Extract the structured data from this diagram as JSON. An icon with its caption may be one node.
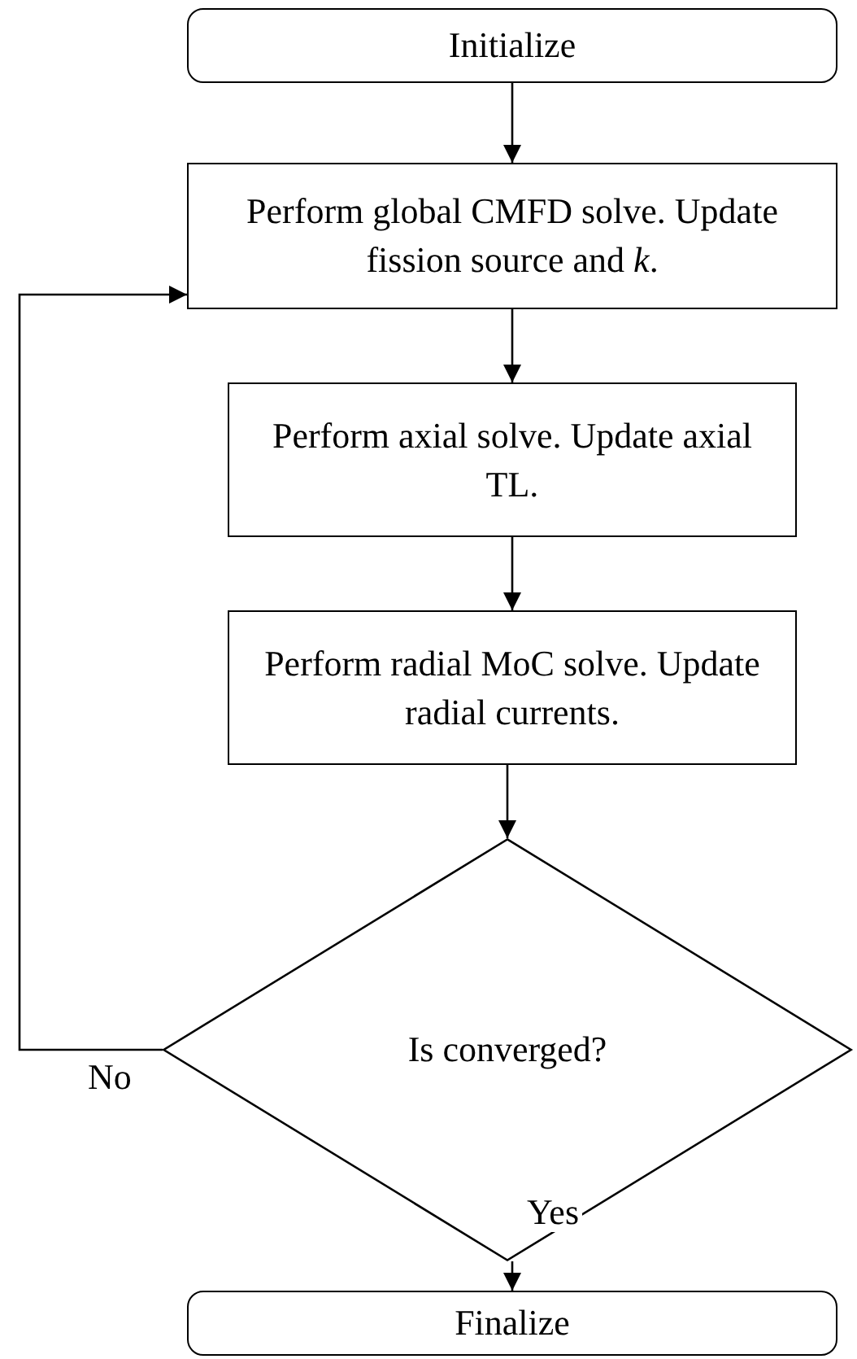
{
  "diagram": {
    "nodes": [
      {
        "text": [
          "Initialize"
        ]
      },
      {
        "text": [
          "Perform global CMFD solve. Update fission source and *k*."
        ]
      },
      {
        "text": [
          "Perform axial solve. Update axial TL."
        ]
      },
      {
        "text": [
          "Perform radial MoC solve. Update radial currents."
        ]
      },
      {
        "text": [
          "Is converged?"
        ]
      },
      {
        "text": [
          "Finalize"
        ]
      }
    ],
    "edges": [
      {
        "from": 0,
        "to": 1,
        "arrow": "to"
      },
      {
        "from": 1,
        "to": 2,
        "arrow": "to"
      },
      {
        "from": 2,
        "to": 3,
        "arrow": "to"
      },
      {
        "from": 3,
        "to": 4,
        "arrow": "to"
      },
      {
        "from": 4,
        "to": 5,
        "arrow": "to",
        "label": "Yes"
      },
      {
        "from": 4,
        "to": 1,
        "arrow": "to",
        "label": "No"
      }
    ]
  }
}
